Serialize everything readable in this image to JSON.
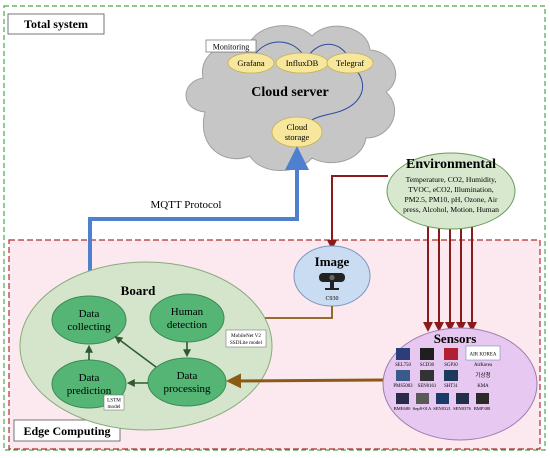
{
  "labels": {
    "total_system": "Total system",
    "edge_computing": "Edge Computing",
    "monitoring": "Monitoring",
    "grafana": "Grafana",
    "influxdb": "InfluxDB",
    "telegraf": "Telegraf",
    "cloud_server": "Cloud server",
    "cloud_storage_line1": "Cloud",
    "cloud_storage_line2": "storage",
    "mqtt": "MQTT Protocol",
    "environmental": "Environmental",
    "env_lines": [
      "Temperature, CO2, Humidity,",
      "TVOC, eCO2, Illumination,",
      "PM2.5, PM10, pH, Ozone, Air",
      "press, Alcohol, Motion, Human"
    ],
    "image": "Image",
    "camera": "C930",
    "board": "Board",
    "data_collecting_1": "Data",
    "data_collecting_2": "collecting",
    "human_detection_1": "Human",
    "human_detection_2": "detection",
    "data_prediction_1": "Data",
    "data_prediction_2": "prediction",
    "data_processing_1": "Data",
    "data_processing_2": "processing",
    "mobilenet_1": "MobileNet V2",
    "mobilenet_2": "SSDLite model",
    "lstm_1": "LSTM",
    "lstm_2": "model",
    "sensors": "Sensors",
    "sensor_names_row1": [
      "SEL750",
      "SCD30",
      "SGP30",
      "AirKorea"
    ],
    "sensor_names_row2": [
      "PMS5003",
      "SEN0161",
      "SHT31",
      "KMA"
    ],
    "sensor_names_row3": [
      "BME680",
      "Sep8-01A",
      "SEN0321",
      "SEN0376",
      "BMP388"
    ],
    "airkorea_logo": "AIR KOREA",
    "kma_logo": "기상청"
  }
}
